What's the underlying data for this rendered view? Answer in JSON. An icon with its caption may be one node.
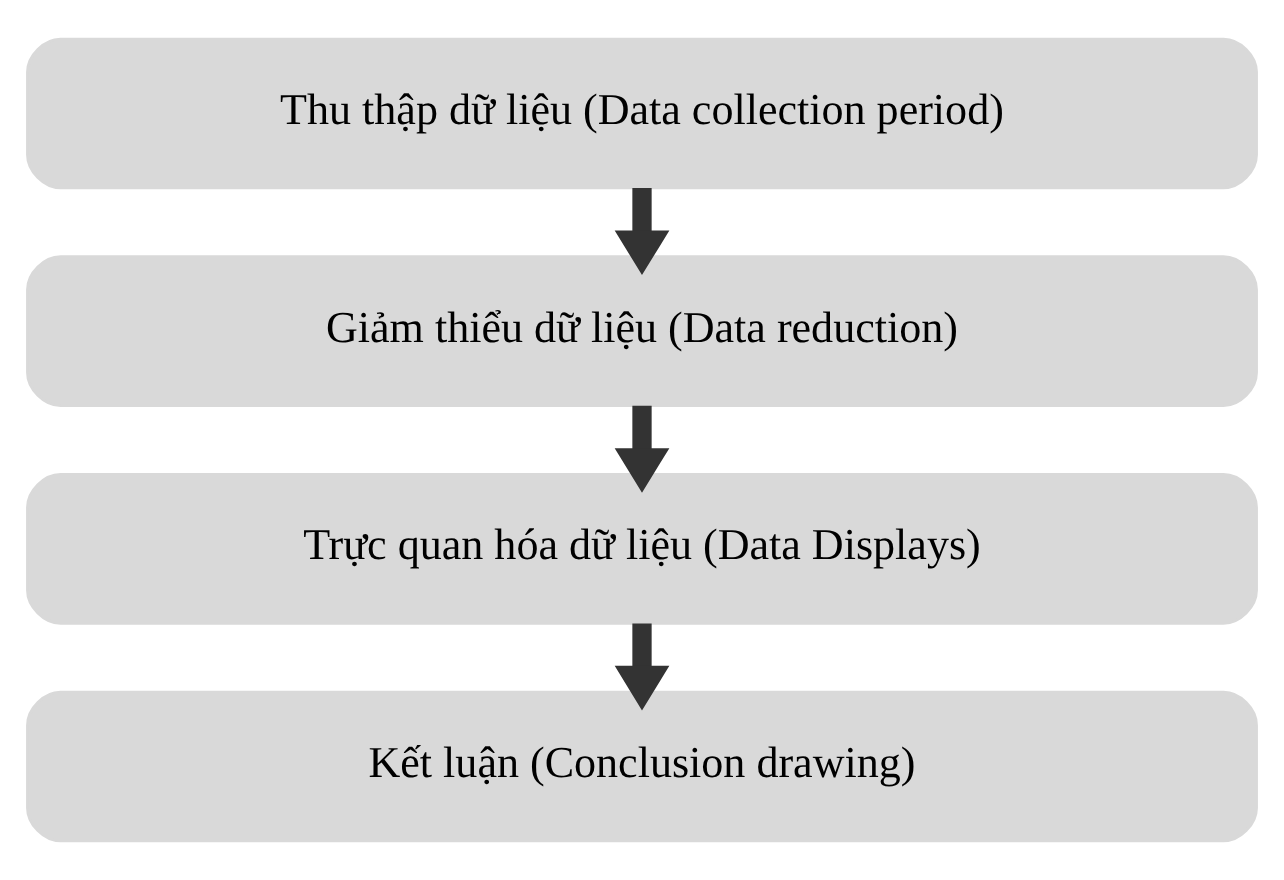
{
  "diagram": {
    "nodes": [
      {
        "text": [
          "Thu thập dữ liệu (Data collection period)"
        ]
      },
      {
        "text": [
          "Giảm thiểu dữ liệu (Data reduction)"
        ]
      },
      {
        "text": [
          "Trực quan hóa dữ liệu (Data Displays)"
        ]
      },
      {
        "text": [
          "Kết luận (Conclusion drawing)"
        ]
      }
    ],
    "edges": [
      {
        "from": 0,
        "to": 1,
        "arrow": "to"
      },
      {
        "from": 1,
        "to": 2,
        "arrow": "to"
      },
      {
        "from": 2,
        "to": 3,
        "arrow": "to"
      }
    ]
  }
}
